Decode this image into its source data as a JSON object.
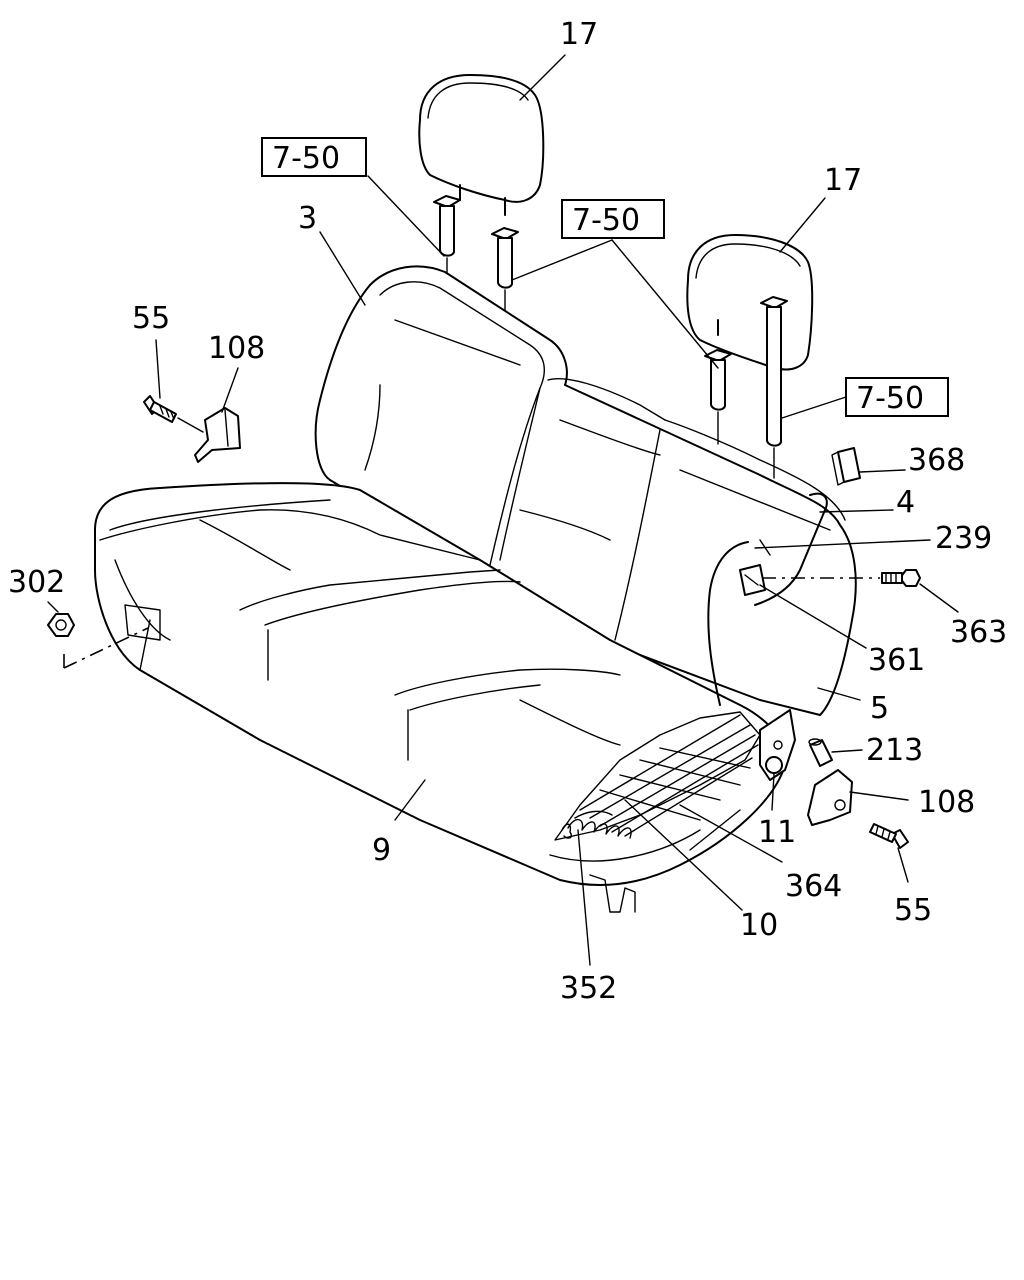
{
  "callouts": {
    "c17a": "17",
    "c17b": "17",
    "c7_50a": "7-50",
    "c7_50b": "7-50",
    "c7_50c": "7-50",
    "c3": "3",
    "c55a": "55",
    "c108a": "108",
    "c302": "302",
    "c368": "368",
    "c4": "4",
    "c239": "239",
    "c363": "363",
    "c361": "361",
    "c5": "5",
    "c213": "213",
    "c108b": "108",
    "c11": "11",
    "c9": "9",
    "c364": "364",
    "c55b": "55",
    "c10": "10",
    "c352": "352"
  }
}
